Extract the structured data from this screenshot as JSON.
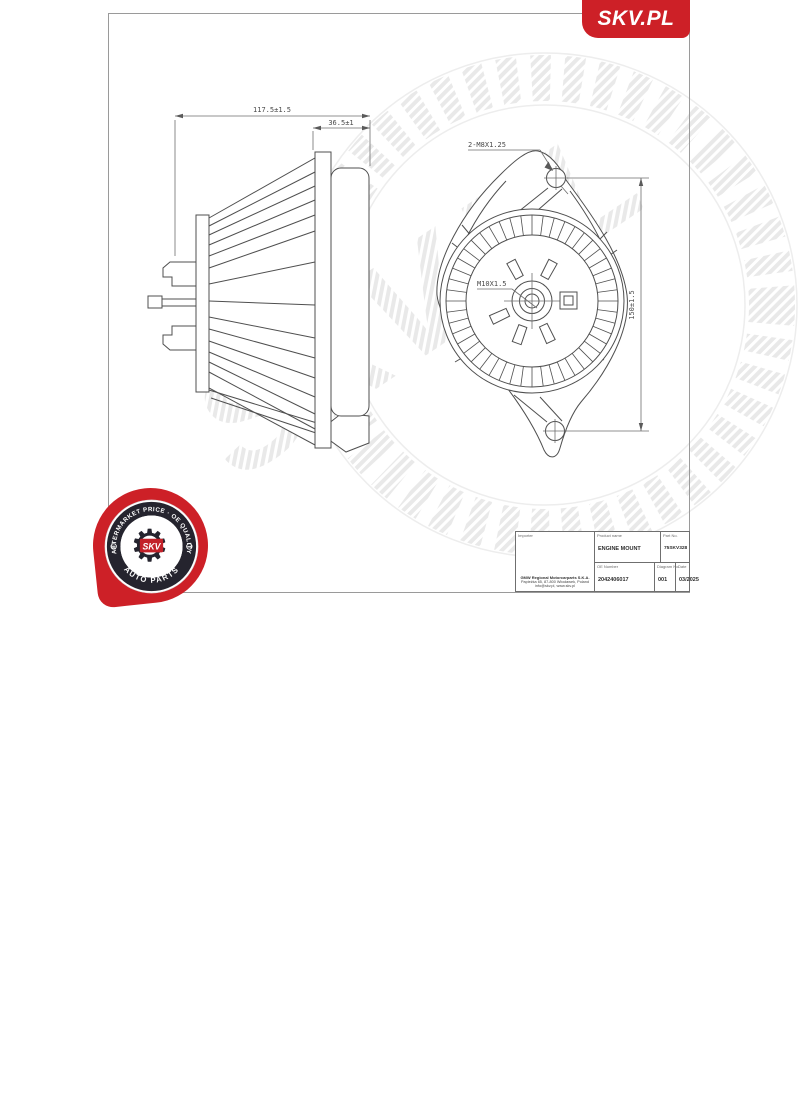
{
  "brand": {
    "logo_text": "SKV.PL",
    "colors": {
      "red": "#cd2027",
      "ring_dark": "#25242e",
      "line": "#4f4f4f"
    },
    "badge": {
      "ring_top": "AFTERMARKET PRICE · OE QUALITY",
      "ring_bottom": "AUTO PARTS",
      "center_text": "SKV"
    }
  },
  "watermark": {
    "text": "SKV.PL"
  },
  "drawing": {
    "side_view": {
      "dim_width": "117.5±1.5",
      "dim_depth": "36.5±1"
    },
    "front_view": {
      "bolt_label": "2-M8X1.25",
      "center_label": "M10X1.5",
      "dim_height": "150±1.5"
    }
  },
  "title_block": {
    "importer": {
      "label": "Importer",
      "name": "GMW Regional Motorcarparts S.K.A.",
      "address": "Papieżka 65, 87-800 Włocławek, Poland",
      "contact": "info@skv.pl, www.skv.pl"
    },
    "product": {
      "label": "Product name",
      "value": "ENGINE MOUNT"
    },
    "part_no": {
      "label": "Part No.",
      "value": "75SKV328"
    },
    "oe_number": {
      "label": "OE Number",
      "value": "2042406017"
    },
    "diagram_no": {
      "label": "Diagram No.",
      "value": "001"
    },
    "date": {
      "label": "Date",
      "value": "03/2025"
    }
  }
}
